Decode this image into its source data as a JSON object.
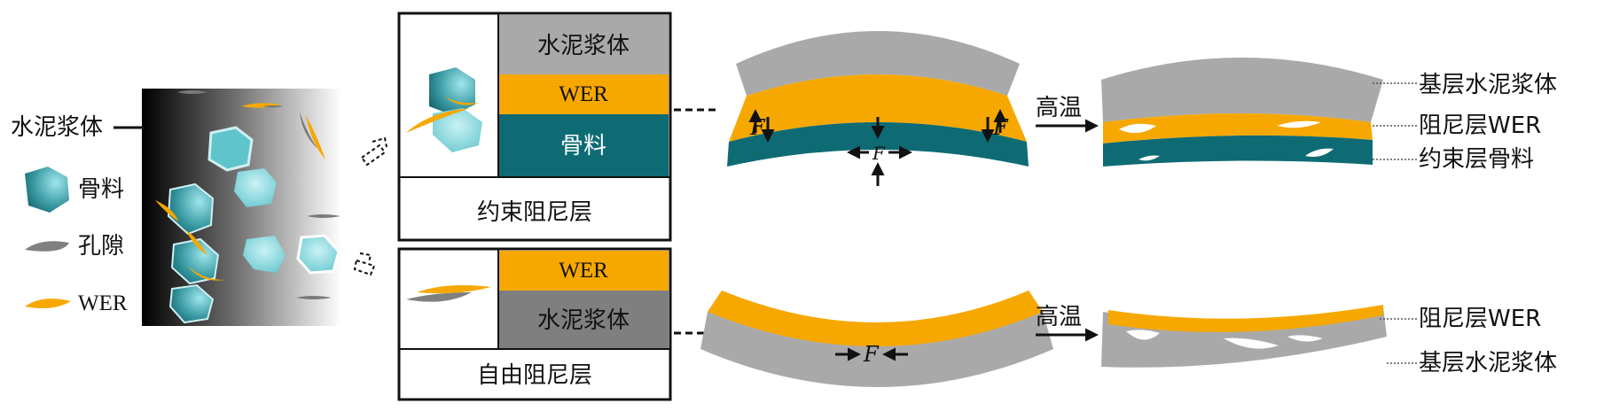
{
  "colors": {
    "paste": "#a9a9a9",
    "paste_dark": "#7f7f7f",
    "wer": "#f6a800",
    "aggregate": "#0e6b74",
    "aggregate_light": "#7fd6dd",
    "pore": "#808080"
  },
  "specimen": {
    "paste_label": "水泥浆体",
    "legend": [
      {
        "icon": "aggregate-icon",
        "label": "骨料"
      },
      {
        "icon": "pore-icon",
        "label": "孔隙"
      },
      {
        "icon": "wer-icon",
        "label": "WER"
      }
    ]
  },
  "constrained": {
    "layers": [
      "水泥浆体",
      "WER",
      "骨料"
    ],
    "caption": "约束阻尼层",
    "force": "F",
    "arrow_label": "高温",
    "right_labels": [
      "基层水泥浆体",
      "阻尼层WER",
      "约束层骨料"
    ]
  },
  "free": {
    "layers": [
      "WER",
      "水泥浆体"
    ],
    "caption": "自由阻尼层",
    "force": "F",
    "arrow_label": "高温",
    "right_labels": [
      "阻尼层WER",
      "基层水泥浆体"
    ]
  }
}
